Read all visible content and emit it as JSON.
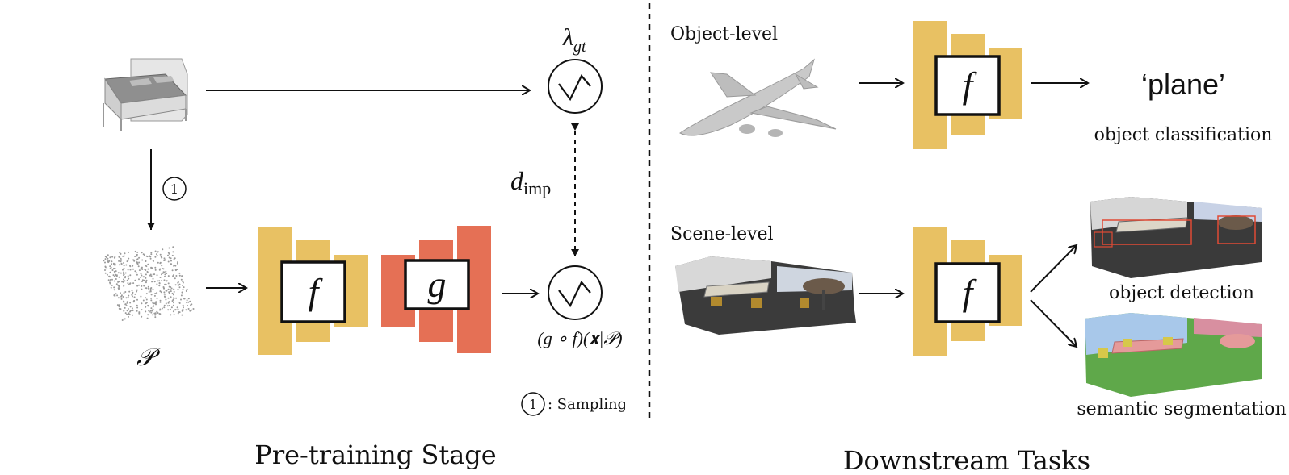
{
  "colors": {
    "encoder": "#e8c163",
    "head": "#e57055",
    "ink": "#111111",
    "cloud": "#9a9a9a"
  },
  "pretrain": {
    "stage_label": "Pre-training Stage",
    "pointcloud_symbol": "𝒫",
    "step_marker": "1",
    "legend_text": ": Sampling",
    "lambda_symbol": "λ",
    "lambda_sub": "gt",
    "d_symbol": "d",
    "d_sub": "imp",
    "encoder_symbol": "f",
    "head_symbol": "g",
    "composed_formula": "(g ∘ f)(𝐱|𝒫)"
  },
  "downstream": {
    "stage_label": "Downstream Tasks",
    "object_level_label": "Object-level",
    "scene_level_label": "Scene-level",
    "encoder_symbol": "f",
    "plane_output": "‘plane’",
    "task_classification": "object classification",
    "task_detection": "object detection",
    "task_segmentation": "semantic segmentation"
  },
  "icons": [
    "bed-mesh-icon",
    "point-cloud-icon",
    "unsigned-distance-plot-icon",
    "airplane-pointcloud-icon",
    "scene-pointcloud-icon"
  ]
}
